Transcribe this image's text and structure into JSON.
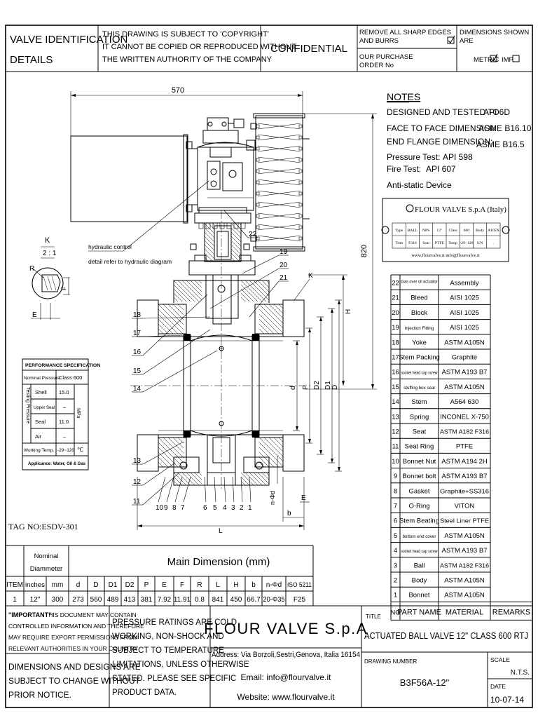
{
  "header": {
    "valve_id": [
      "VALVE IDENTIFICATION",
      "DETAILS"
    ],
    "copyright": [
      "THIS DRAWING IS SUBJECT TO 'COPYRIGHT'",
      "IT CANNOT BE COPIED OR REPRODUCED WITHOUT",
      "THE WRITTEN AUTHORITY OF THE COMPANY"
    ],
    "confidential": "CONFIDENTIAL",
    "sharp_edges": [
      "REMOVE ALL SHARP EDGES",
      "AND BURRS"
    ],
    "purchase": [
      "OUR PURCHASE",
      "ORDER No"
    ],
    "dimensions_shown": [
      "DIMENSIONS SHOWN",
      "ARE"
    ],
    "metric": "METRIC",
    "imp": "IMP"
  },
  "notes": {
    "title": "NOTES",
    "lines": [
      {
        "label": "DESIGNED AND TESTED TO",
        "value": "API 6D"
      },
      {
        "label": "FACE TO FACE DIMENSION:",
        "value": "ASME B16.10"
      },
      {
        "label": "END FLANGE DIMENSION:",
        "value": "ASME B16.5"
      },
      {
        "label": "Pressure Test:",
        "value": "API 598"
      },
      {
        "label": "Fire Test:",
        "value": "API 607"
      },
      {
        "label": "Anti-static Device",
        "value": ""
      }
    ]
  },
  "nameplate": {
    "title": "FLOUR VALVE S.p.A (Italy)",
    "row1": [
      "Type",
      "BALL",
      "NPS",
      "12\"",
      "Class",
      "600",
      "Body",
      "A105N"
    ],
    "row2": [
      "Trim",
      "F316",
      "Seat",
      "PTFE",
      "Temp",
      "-29~120",
      "S/N",
      "."
    ],
    "footer": "www.flourvalve.it  info@flourvalve.it"
  },
  "drawing": {
    "dim_570": "570",
    "dim_820": "820",
    "detail_k": "K",
    "detail_scale": "2 : 1",
    "hydraulic_note": [
      "hydraulic control",
      "detail refer to hydraulic diagram"
    ],
    "label_R": "R",
    "label_E": "E",
    "label_F": "F",
    "label_K": "K",
    "label_H": "H",
    "label_L": "L",
    "label_b": "b",
    "label_nd": "n-Φd",
    "label_dims": [
      "d",
      "P",
      "D2",
      "D1",
      "D"
    ],
    "callouts_top": [
      "22",
      "19",
      "20",
      "21"
    ],
    "callouts_left": [
      "18",
      "17",
      "16",
      "15",
      "14",
      "13",
      "12",
      "11"
    ],
    "callouts_bottom": [
      "10",
      "9",
      "8",
      "7",
      "6",
      "5",
      "4",
      "3",
      "2",
      "1"
    ],
    "tag": "TAG NO:ESDV-301"
  },
  "performance": {
    "title": "PERFORMANCE SPECIFICATION",
    "nominal_label": "Nominal Pressure",
    "nominal_value": "Class 600",
    "testing_label": "Testing Pressure",
    "rows": [
      {
        "name": "Shell",
        "value": "15.0"
      },
      {
        "name": "Upper Seal",
        "value": "–"
      },
      {
        "name": "Seal",
        "value": "11.0"
      },
      {
        "name": "Air",
        "value": "–"
      }
    ],
    "unit": "MPa",
    "temp_label": "Working Temp.",
    "temp_value": "-29~120",
    "temp_unit": "℃",
    "application": "Applicance: Water, Oil & Gas"
  },
  "parts": {
    "header": [
      "NO",
      "PART NAME",
      "MATERIAL",
      "REMARKS"
    ],
    "rows": [
      {
        "no": "22",
        "name": "Gas over oil actuator",
        "material": "Assembly"
      },
      {
        "no": "21",
        "name": "Bleed",
        "material": "AISI 1025"
      },
      {
        "no": "20",
        "name": "Block",
        "material": "AISI 1025"
      },
      {
        "no": "19",
        "name": "Injection Fitting",
        "material": "AISI 1025"
      },
      {
        "no": "18",
        "name": "Yoke",
        "material": "ASTM A105N"
      },
      {
        "no": "17",
        "name": "Stem Packing",
        "material": "Graphite"
      },
      {
        "no": "16",
        "name": "socket head cap screw",
        "material": "ASTM A193 B7"
      },
      {
        "no": "15",
        "name": "stuffing box seal",
        "material": "ASTM A105N"
      },
      {
        "no": "14",
        "name": "Stem",
        "material": "A564 630"
      },
      {
        "no": "13",
        "name": "Spring",
        "material": "INCONEL X-750"
      },
      {
        "no": "12",
        "name": "Seat",
        "material": "ASTM A182 F316"
      },
      {
        "no": "11",
        "name": "Seat Ring",
        "material": "PTFE"
      },
      {
        "no": "10",
        "name": "Bonnet Nut",
        "material": "ASTM A194 2H"
      },
      {
        "no": "9",
        "name": "Bonnet bolt",
        "material": "ASTM A193 B7"
      },
      {
        "no": "8",
        "name": "Gasket",
        "material": "Graphite+SS316"
      },
      {
        "no": "7",
        "name": "O-Ring",
        "material": "VITON"
      },
      {
        "no": "6",
        "name": "Stem Beating",
        "material": "Steel Liner PTFE"
      },
      {
        "no": "5",
        "name": "bottom end cover",
        "material": "ASTM A105N"
      },
      {
        "no": "4",
        "name": "socket head cap screw",
        "material": "ASTM A193 B7"
      },
      {
        "no": "3",
        "name": "Ball",
        "material": "ASTM A182 F316"
      },
      {
        "no": "2",
        "name": "Body",
        "material": "ASTM A105N"
      },
      {
        "no": "1",
        "name": "Bonnet",
        "material": "ASTM A105N"
      }
    ]
  },
  "dimensions": {
    "title": "Main Dimension (mm)",
    "nominal": [
      "Nominal",
      "Diammeter"
    ],
    "headers": [
      "ITEM",
      "inches",
      "mm",
      "d",
      "D",
      "D1",
      "D2",
      "P",
      "E",
      "F",
      "R",
      "L",
      "H",
      "b",
      "n-Φd",
      "ISO 5211"
    ],
    "row": [
      "1",
      "12\"",
      "300",
      "273",
      "560",
      "489",
      "413",
      "381",
      "7.92",
      "11.91",
      "0.8",
      "841",
      "450",
      "66.7",
      "20-Φ35",
      "F25"
    ]
  },
  "footer": {
    "important_lead": "\"IMPORTANT\"",
    "important": [
      "THIS DOCUMENT MAY CONTAIN",
      "CONTROLLED INFORMATION AND THEREFORE",
      "MAY REQUIRE EXPORT PERMISSIONS FROM",
      "RELEVANT AUTHORITIES IN YOUR COUNTRY"
    ],
    "subject_change": [
      "DIMENSIONS AND DESIGNS ARE",
      "SUBJECT TO CHANGE WITHOUT",
      "PRIOR NOTICE."
    ],
    "pressure_ratings": [
      "PRESSURE RATINGS ARE COLD",
      "WORKING, NON-SHOCK AND",
      "SUBJECT TO TEMPERATURE",
      "LIMITATIONS, UNLESS OTHERWISE",
      "STATED. PLEASE SEE SPECIFIC",
      "PRODUCT DATA."
    ],
    "company": "FLOUR VALVE S.p.A",
    "address": "Address: Via Borzoli,Sestri,Genova, Italia 16154",
    "email": "Email: info@flourvalve.it",
    "website": "Website: www.flourvalve.it",
    "title_label": "TITLE",
    "title": "ACTUATED BALL VALVE 12\" CLASS 600 RTJ",
    "drawing_number_label": "DRAWING NUMBER",
    "drawing_number": "B3F56A-12\"",
    "scale_label": "SCALE",
    "scale": "N.T.S.",
    "date_label": "DATE",
    "date": "10-07-14"
  }
}
